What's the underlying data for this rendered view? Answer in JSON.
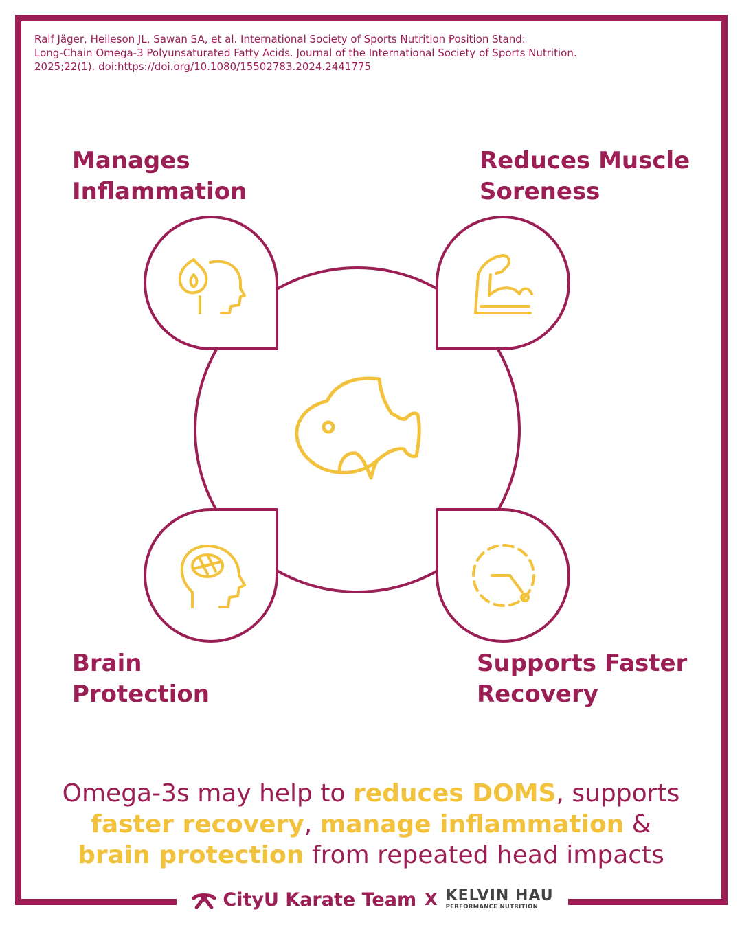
{
  "citation": {
    "line1": "Ralf Jäger, Heileson JL, Sawan SA, et al. International Society of Sports Nutrition Position Stand:",
    "line2": "Long-Chain Omega-3 Polyunsaturated Fatty Acids. Journal of the International Society of Sports Nutrition.",
    "line3": "2025;22(1). doi:https://doi.org/10.1080/15502783.2024.2441775"
  },
  "benefits": {
    "top_left": {
      "line1": "Manages",
      "line2": "Inflammation",
      "icon": "inflamed-head-icon"
    },
    "top_right": {
      "line1": "Reduces Muscle",
      "line2": "Soreness",
      "icon": "flexed-arm-icon"
    },
    "bottom_left": {
      "line1": "Brain",
      "line2": "Protection",
      "icon": "brain-head-icon"
    },
    "bottom_right": {
      "line1": "Supports Faster",
      "line2": "Recovery",
      "icon": "recovery-timer-icon"
    },
    "center_icon": "fish-icon"
  },
  "summary": {
    "p1": "Omega-3s may help to ",
    "h1": "reduces DOMS",
    "p2": ", supports",
    "h2": "faster recovery",
    "p3": ", ",
    "h3": "manage inflammation",
    "p4": " &",
    "h4": "brain protection",
    "p5": " from repeated head impacts"
  },
  "footer": {
    "team_name": "CityU Karate Team",
    "separator": "X",
    "partner_name": "KELVIN HAU",
    "partner_tagline": "PERFORMANCE NUTRITION"
  },
  "colors": {
    "primary": "#9b1f55",
    "accent": "#f2c23c",
    "background": "#ffffff"
  }
}
